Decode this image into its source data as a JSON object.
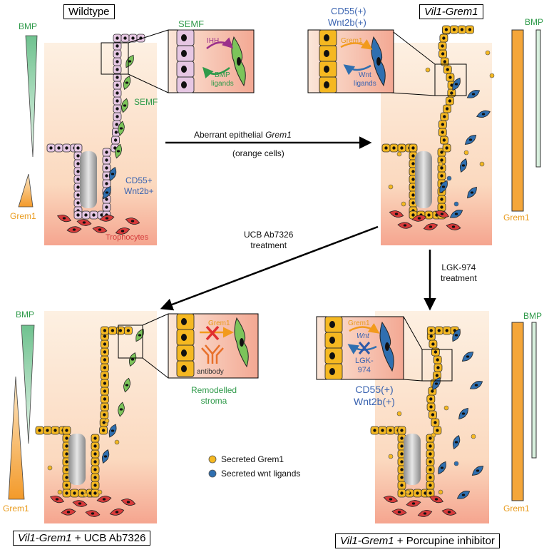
{
  "panels": {
    "wildtype": {
      "title": "Wildtype",
      "bmp": "BMP",
      "grem1": "Grem1",
      "semf_inset": "SEMF",
      "semf": "SEMF",
      "cd55": "CD55+",
      "wnt2b": "Wnt2b+",
      "trophocytes": "Trophocytes",
      "ihh": "IHH",
      "bmp_ligands_1": "BMP",
      "bmp_ligands_2": "ligands"
    },
    "vil1": {
      "title_italic": "Vil1-Grem1",
      "bmp": "BMP",
      "grem1": "Grem1",
      "cd55": "CD55(+)",
      "wnt2b": "Wnt2b(+)",
      "inset_grem1": "Grem1",
      "wnt_1": "Wnt",
      "wnt_2": "ligands"
    },
    "ucb": {
      "title_italic": "Vil1-Grem1",
      "title_rest": " + UCB Ab7326",
      "bmp": "BMP",
      "grem1": "Grem1",
      "inset_grem1": "Grem1",
      "antibody": "antibody",
      "remodelled_1": "Remodelled",
      "remodelled_2": "stroma"
    },
    "porc": {
      "title_italic": "Vil1-Grem1",
      "title_rest": " + Porcupine inhibitor",
      "bmp": "BMP",
      "grem1": "Grem1",
      "inset_grem1": "Grem1",
      "inset_wnt": "Wnt",
      "lgk_1": "LGK-",
      "lgk_2": "974",
      "cd55": "CD55(+)",
      "wnt2b": "Wnt2b(+)"
    }
  },
  "arrows": {
    "top_1": "Aberrant epithelial ",
    "top_1_italic": "Grem1",
    "top_2": "(orange cells)",
    "ucb_1": "UCB Ab7326",
    "ucb_2": "treatment",
    "lgk_1": "LGK-974",
    "lgk_2": "treatment"
  },
  "legend": {
    "grem1": "Secreted Grem1",
    "wnt": "Secreted wnt ligands"
  },
  "colors": {
    "epithelium_wt": "#e6c7e3",
    "epithelium_grem1": "#f5b821",
    "stroma": "#fbe3cc",
    "semf": "#7cc45a",
    "wnt_cell": "#2f6fb0",
    "trophocyte": "#d83a3a",
    "bmp": "#7cc89a",
    "grem1_bar": "#f2a53a"
  }
}
